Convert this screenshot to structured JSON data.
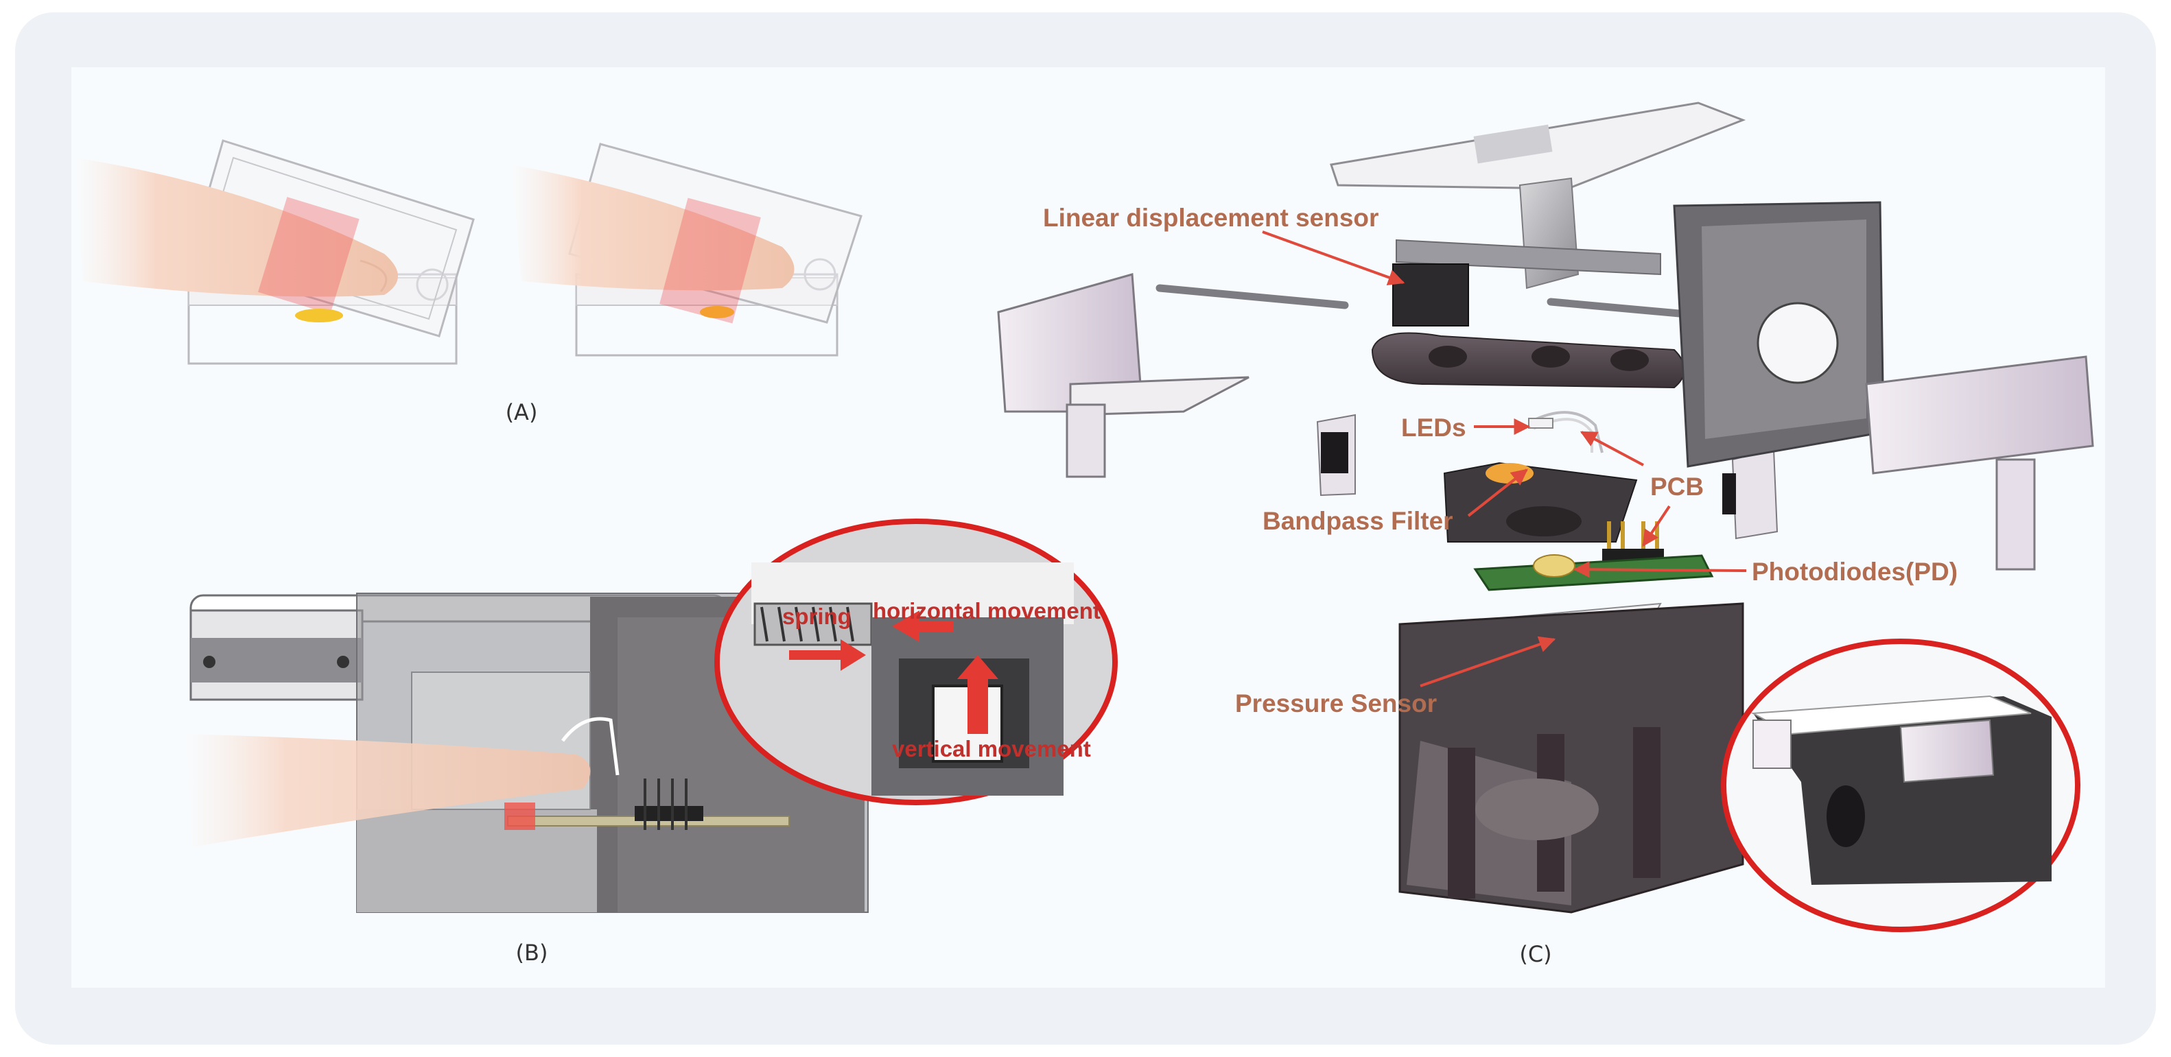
{
  "panels": {
    "a": "(A)",
    "b": "(B)",
    "c": "(C)"
  },
  "panel_b_zoom": {
    "spring": "spring",
    "horizontal": "horizontal movement",
    "vertical": "vertical movement"
  },
  "panel_c_labels": {
    "linear_sensor": "Linear displacement sensor",
    "leds": "LEDs",
    "pcb": "PCB",
    "bandpass": "Bandpass Filter",
    "photodiodes": "Photodiodes(PD)",
    "pressure": "Pressure Sensor"
  },
  "colors": {
    "label": "#b26c50",
    "arrow": "#e04a3c",
    "zoom_ring": "#d9221f",
    "zoom_text": "#c0302c"
  }
}
